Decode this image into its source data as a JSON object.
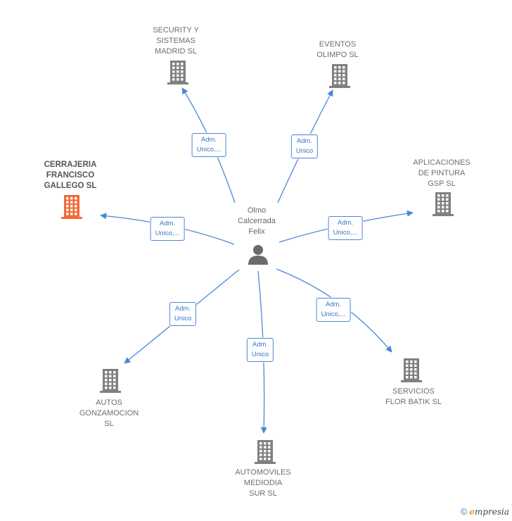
{
  "colors": {
    "edge": "#4a86d9",
    "building": "#808080",
    "building_main": "#f06a35",
    "person": "#6b6b6b"
  },
  "center": {
    "name": "Olmo\nCalcerrada\nFelix",
    "icon": "person-icon"
  },
  "companies": [
    {
      "id": "security",
      "name": "SECURITY Y\nSISTEMAS\nMADRID  SL",
      "role": "Adm.\nUnico,...",
      "highlight": false
    },
    {
      "id": "eventos",
      "name": "EVENTOS\nOLIMPO  SL",
      "role": "Adm.\nUnico",
      "highlight": false
    },
    {
      "id": "aplicaciones",
      "name": "APLICACIONES\nDE PINTURA\nGSP  SL",
      "role": "Adm.\nUnico,...",
      "highlight": false
    },
    {
      "id": "cerrajeria",
      "name": "CERRAJERIA\nFRANCISCO\nGALLEGO  SL",
      "role": "Adm.\nUnico,...",
      "highlight": true
    },
    {
      "id": "autos",
      "name": "AUTOS\nGONZAMOCION\nSL",
      "role": "Adm.\nUnico",
      "highlight": false
    },
    {
      "id": "automoviles",
      "name": "AUTOMOVILES\nMEDIODIA\nSUR  SL",
      "role": "Adm.\nUnico",
      "highlight": false
    },
    {
      "id": "servicios",
      "name": "SERVICIOS\nFLOR BATIK  SL",
      "role": "Adm.\nUnico,...",
      "highlight": false
    }
  ],
  "footer": {
    "copyright": "©",
    "brand_e": "e",
    "brand_rest": "mpresia"
  }
}
